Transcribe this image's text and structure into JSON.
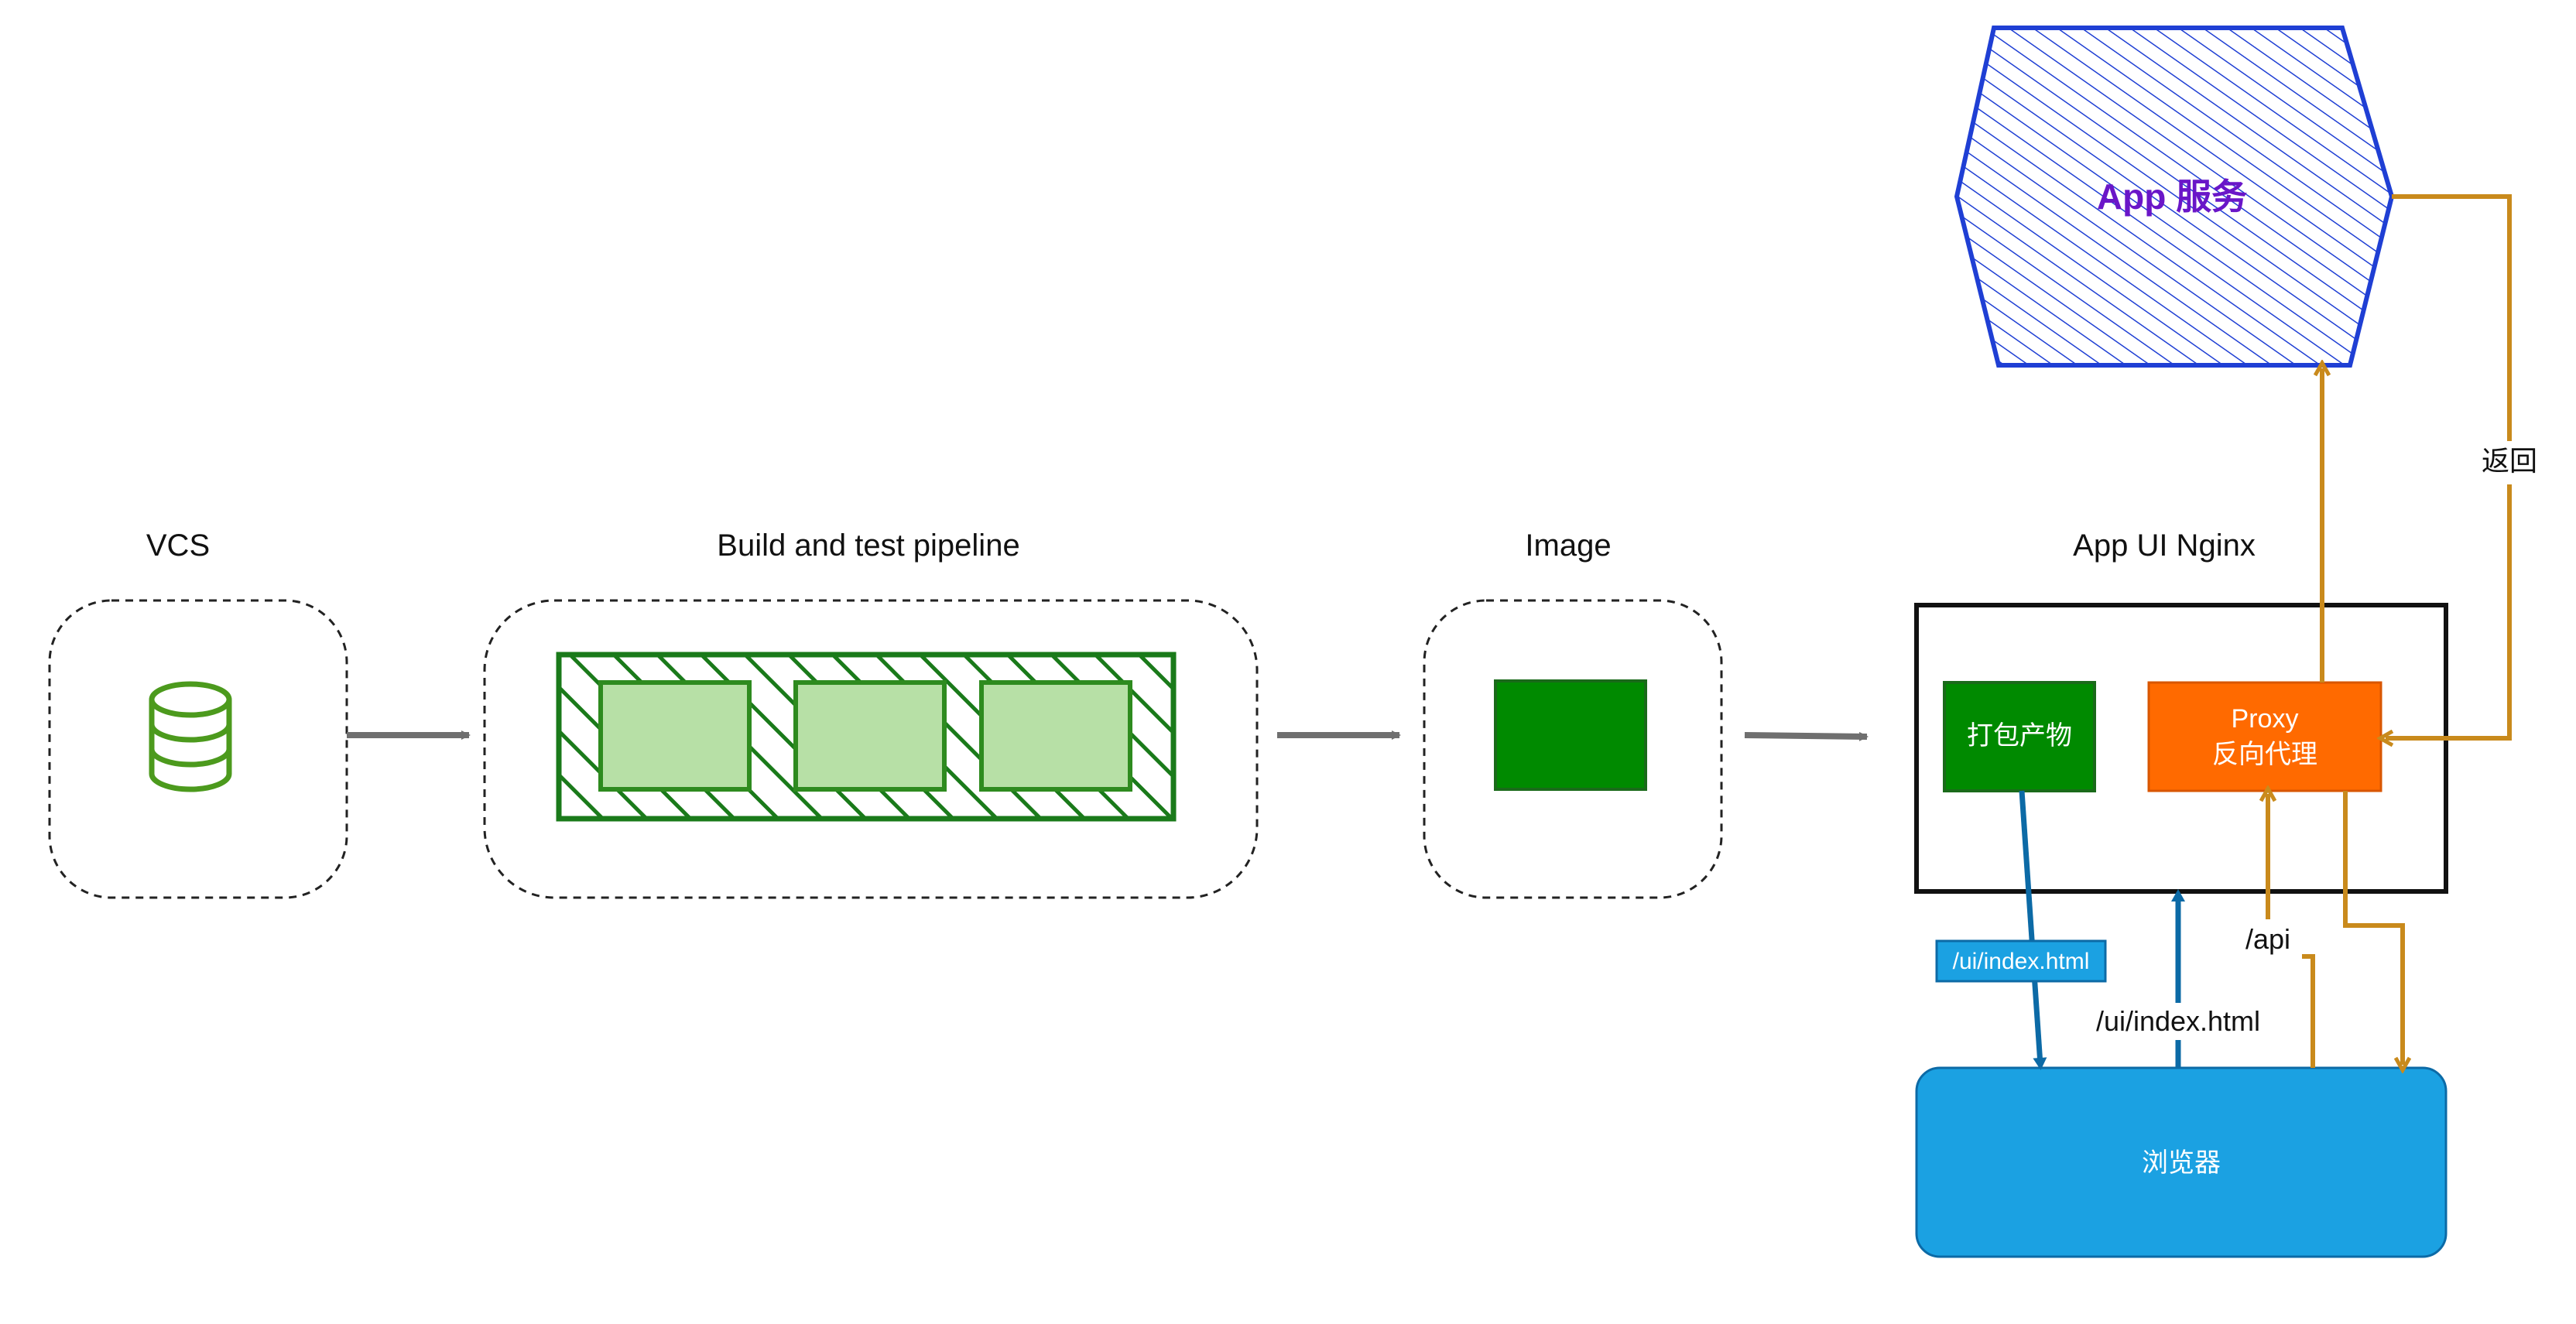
{
  "sections": {
    "vcs": "VCS",
    "pipeline": "Build and test pipeline",
    "image": "Image",
    "nginx": "App UI Nginx"
  },
  "nodes": {
    "app_service": "App 服务",
    "artifact": "打包产物",
    "proxy_line1": "Proxy",
    "proxy_line2": "反向代理",
    "browser": "浏览器"
  },
  "edges": {
    "return": "返回",
    "api": "/api",
    "ui_index_badge": "/ui/index.html",
    "ui_index_request": "/ui/index.html"
  },
  "icons": {
    "vcs": "database-icon"
  },
  "colors": {
    "green_dark": "#1a7a1a",
    "green_fill": "#008a00",
    "green_light": "#b7e0a6",
    "blue_hatch": "#1f3fd4",
    "purple_text": "#6a16c8",
    "orange": "#ff6a00",
    "orange_line": "#c98a1c",
    "browser_blue": "#1ba1e2",
    "edge_blue": "#0c6aa6",
    "gray_arrow": "#6f6f6f"
  }
}
